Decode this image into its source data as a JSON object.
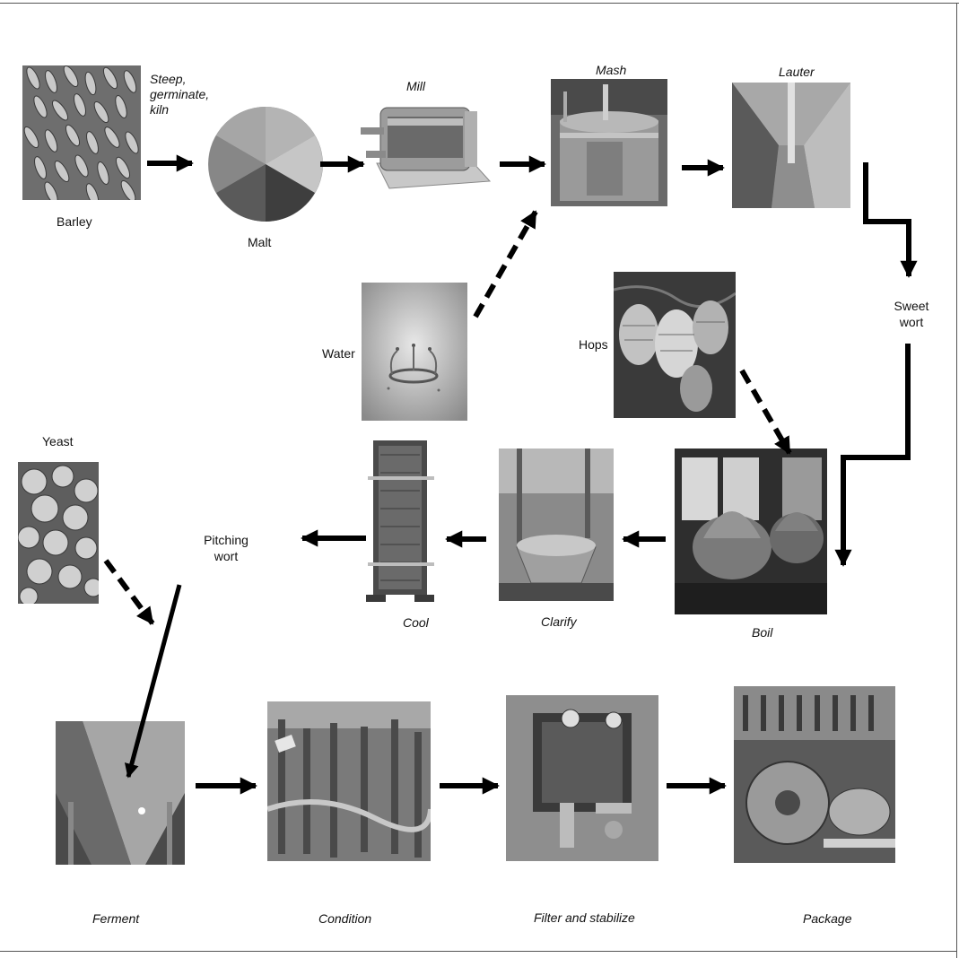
{
  "labels": {
    "barley": "Barley",
    "steep_line1": "Steep,",
    "steep_line2": "germinate,",
    "steep_line3": "kiln",
    "malt": "Malt",
    "mill": "Mill",
    "mash": "Mash",
    "lauter": "Lauter",
    "sweet_line1": "Sweet",
    "sweet_line2": "wort",
    "water": "Water",
    "hops": "Hops",
    "yeast": "Yeast",
    "pitching_line1": "Pitching",
    "pitching_line2": "wort",
    "cool": "Cool",
    "clarify": "Clarify",
    "boil": "Boil",
    "ferment": "Ferment",
    "condition": "Condition",
    "filter": "Filter and stabilize",
    "package": "Package"
  },
  "colors": {
    "arrow": "#000000",
    "text": "#111111",
    "photo_dark": "#2a2a2a",
    "photo_mid": "#8a8a8a",
    "photo_light": "#d8d8d8"
  }
}
